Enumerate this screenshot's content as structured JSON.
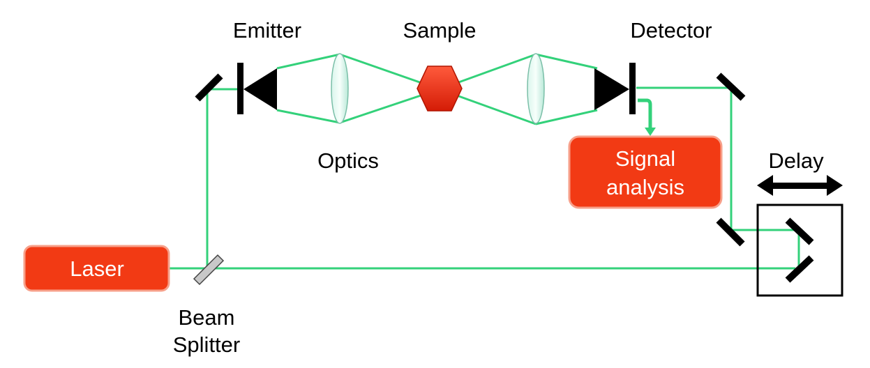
{
  "labels": {
    "emitter": "Emitter",
    "sample": "Sample",
    "detector": "Detector",
    "optics": "Optics",
    "signal_line1": "Signal",
    "signal_line2": "analysis",
    "delay": "Delay",
    "laser": "Laser",
    "beam_splitter_line1": "Beam",
    "beam_splitter_line2": "Splitter"
  },
  "colors": {
    "beam": "#33d17a",
    "box_fill": "#f23a14",
    "box_border": "#f7a08a",
    "sample": "#e8220a",
    "component": "#000000",
    "splitter": "#c8c8c8"
  }
}
